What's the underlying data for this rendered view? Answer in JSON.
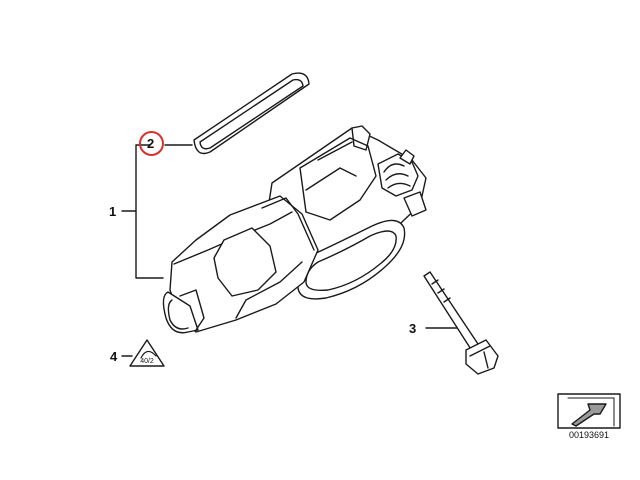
{
  "callouts": {
    "item_1": "1",
    "item_2": "2",
    "item_3": "3",
    "item_4": "4"
  },
  "torque_symbol_text": "40/2",
  "diagram_code": "00193691",
  "colors": {
    "highlight_circle": "#d9302a",
    "line": "#1a1a1a",
    "shade": "#9a9a9a"
  }
}
